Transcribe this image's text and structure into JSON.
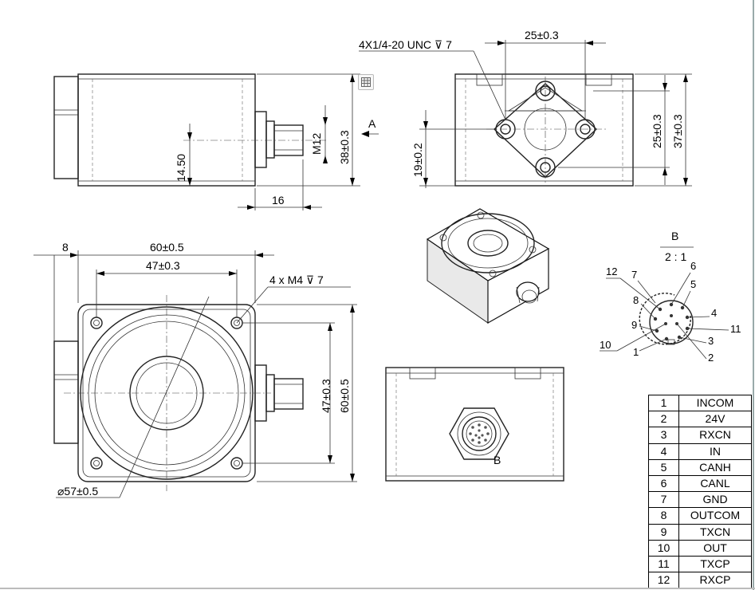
{
  "dimensions": {
    "side_height": "38±0.3",
    "side_offset": "14.50",
    "side_connector_length": "16",
    "thread": "M12",
    "view_arrow": "A",
    "back_hole_spacing": "25±0.3",
    "back_thread": "4X1/4-20 UNC ⊽ 7",
    "back_height_inner": "25±0.3",
    "back_height_outer": "37±0.3",
    "back_offset": "19±0.2",
    "front_width": "60±0.5",
    "front_hole_spacing": "47±0.3",
    "front_edge": "8",
    "front_thread": "4 x  M4 ⊽ 7",
    "front_height_inner": "47±0.3",
    "front_height_outer": "60±0.5",
    "front_diameter": "⌀57±0.5",
    "connector_view_label": "B"
  },
  "detail": {
    "title": "B",
    "scale": "2 : 1",
    "pins": [
      "1",
      "2",
      "3",
      "4",
      "5",
      "6",
      "7",
      "8",
      "9",
      "10",
      "11",
      "12"
    ]
  },
  "pin_table": [
    {
      "n": "1",
      "signal": "INCOM"
    },
    {
      "n": "2",
      "signal": "24V"
    },
    {
      "n": "3",
      "signal": "RXCN"
    },
    {
      "n": "4",
      "signal": "IN"
    },
    {
      "n": "5",
      "signal": "CANH"
    },
    {
      "n": "6",
      "signal": "CANL"
    },
    {
      "n": "7",
      "signal": "GND"
    },
    {
      "n": "8",
      "signal": "OUTCOM"
    },
    {
      "n": "9",
      "signal": "TXCN"
    },
    {
      "n": "10",
      "signal": "OUT"
    },
    {
      "n": "11",
      "signal": "TXCP"
    },
    {
      "n": "12",
      "signal": "RXCP"
    }
  ]
}
